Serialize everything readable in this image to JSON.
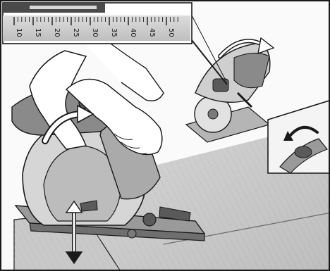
{
  "illustration": {
    "subject": "circular-saw-depth-adjustment",
    "style": "grayscale-line-art",
    "colors": {
      "ink": "#1a1a1a",
      "light_gray": "#cfcfcf",
      "mid_gray": "#9a9a9a",
      "dark_gray": "#5a5a5a",
      "paper": "#fafafa"
    }
  },
  "depth_scale": {
    "labels": [
      "10",
      "15",
      "20",
      "25",
      "30",
      "35",
      "40",
      "45",
      "50"
    ]
  },
  "icons": {
    "main_arrow": "curved-arrow",
    "lever_arrow": "rotate-arrow",
    "depth_arrow": "up-down-arrow"
  }
}
